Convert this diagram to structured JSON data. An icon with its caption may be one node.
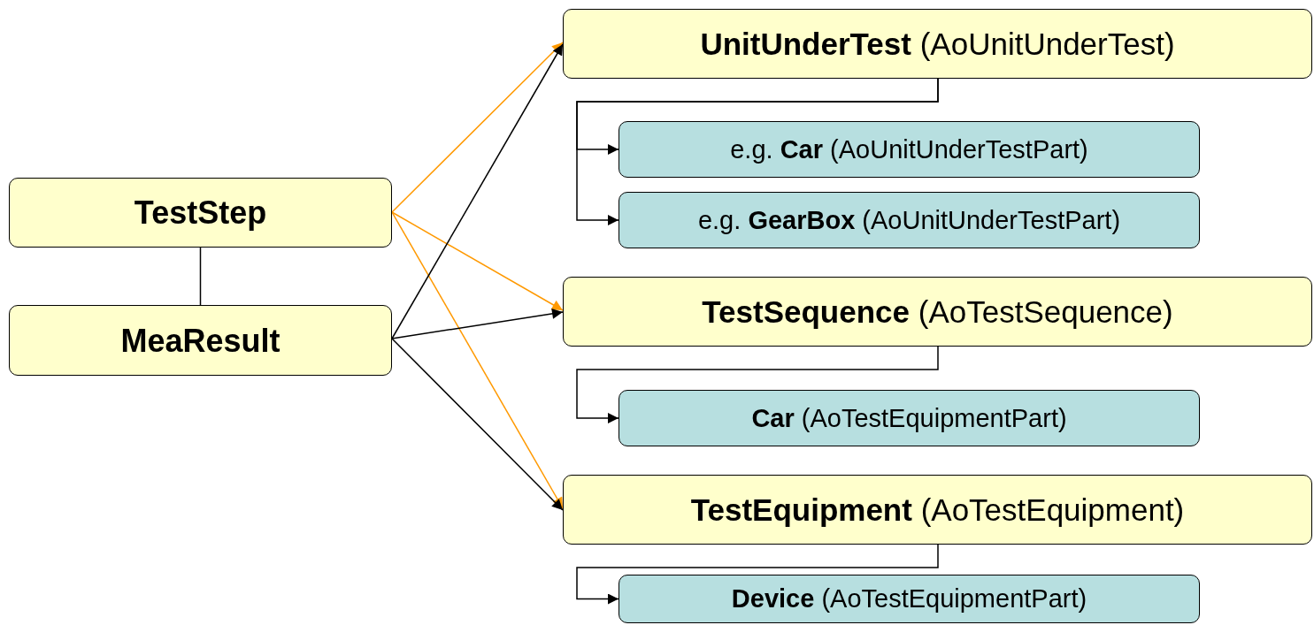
{
  "diagram": {
    "nodes": [
      {
        "text": [
          "TestStep"
        ]
      },
      {
        "text": [
          "MeaResult"
        ]
      },
      {
        "text": [
          "**UnitUnderTest** (AoUnitUnderTest)"
        ]
      },
      {
        "text": [
          "e.g. **Car** (AoUnitUnderTestPart)"
        ]
      },
      {
        "text": [
          "e.g. **GearBox** (AoUnitUnderTestPart)"
        ]
      },
      {
        "text": [
          "**TestSequence** (AoTestSequence)"
        ]
      },
      {
        "text": [
          "**Car** (AoTestEquipmentPart)"
        ]
      },
      {
        "text": [
          "**TestEquipment** (AoTestEquipment)"
        ]
      },
      {
        "text": [
          "**Device** (AoTestEquipmentPart)"
        ]
      }
    ],
    "edges": [
      {
        "from": 0,
        "to": 1,
        "arrow": "none"
      },
      {
        "from": 0,
        "to": 2,
        "arrow": "to",
        "color": "#ff9900"
      },
      {
        "from": 0,
        "to": 5,
        "arrow": "to",
        "color": "#ff9900"
      },
      {
        "from": 0,
        "to": 7,
        "arrow": "to",
        "color": "#ff9900"
      },
      {
        "from": 1,
        "to": 2,
        "arrow": "to"
      },
      {
        "from": 1,
        "to": 5,
        "arrow": "to"
      },
      {
        "from": 1,
        "to": 7,
        "arrow": "to"
      },
      {
        "from": 2,
        "to": 3,
        "arrow": "to"
      },
      {
        "from": 2,
        "to": 4,
        "arrow": "to"
      },
      {
        "from": 5,
        "to": 6,
        "arrow": "to"
      },
      {
        "from": 7,
        "to": 8,
        "arrow": "to"
      }
    ]
  }
}
